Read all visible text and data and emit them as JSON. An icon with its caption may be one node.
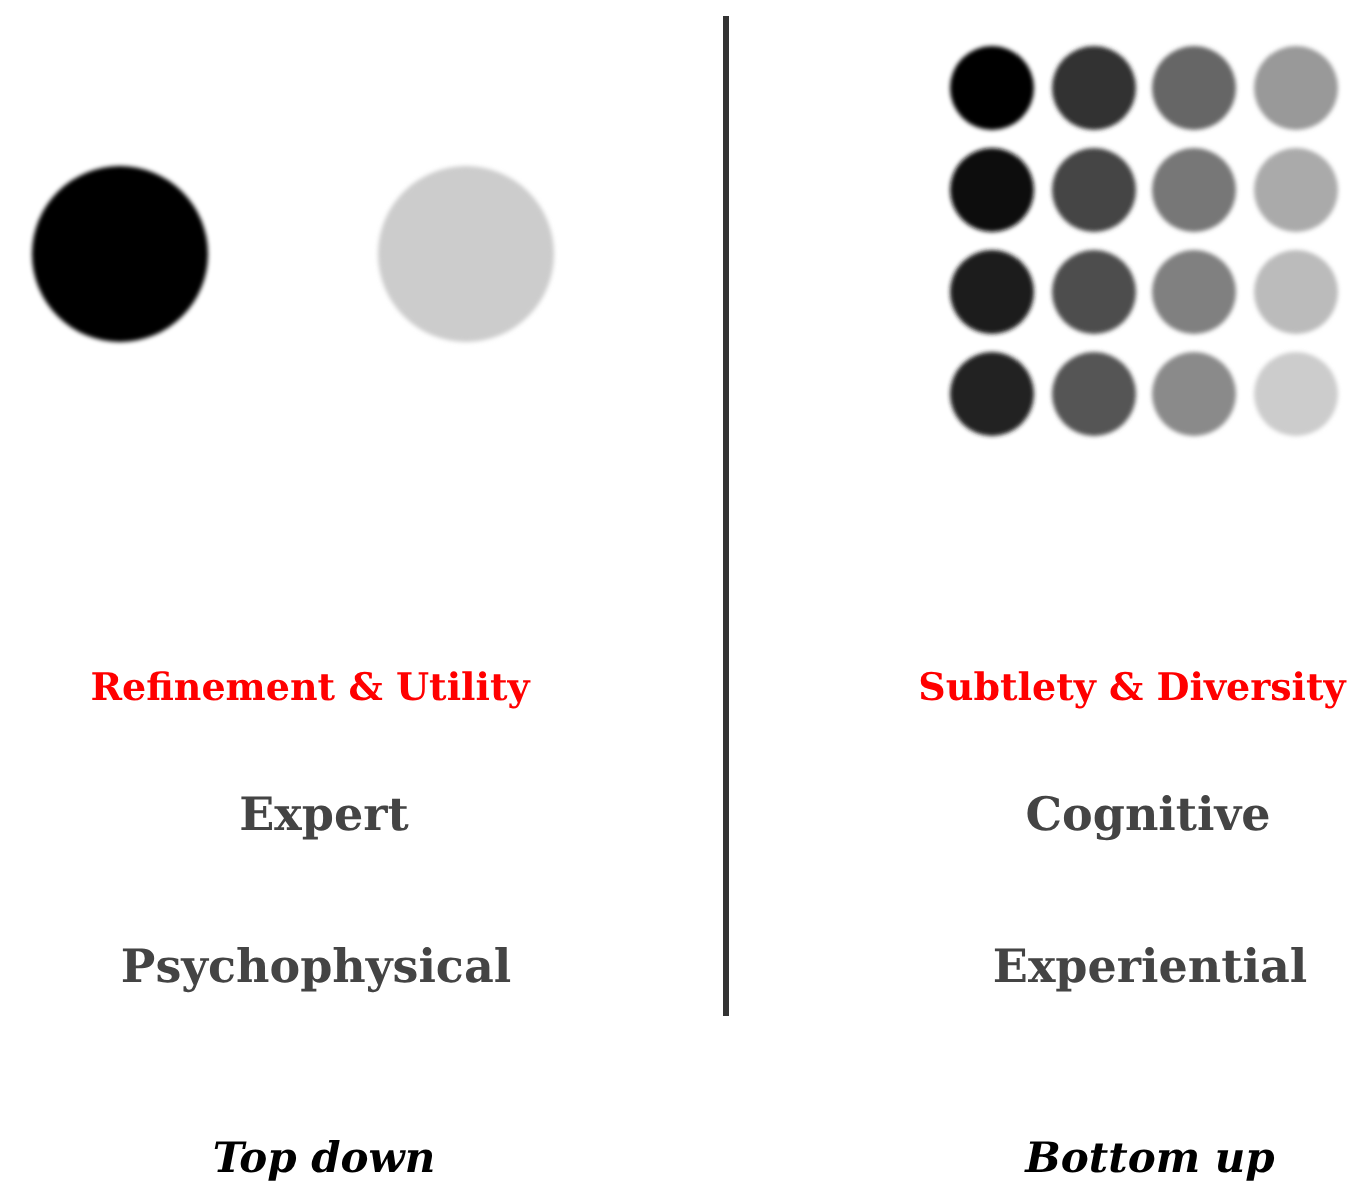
{
  "diagram": {
    "labels": [
      "Refinement & Utility",
      "Subtlety & Diversity",
      "Expert",
      "Cognitive",
      "Psychophysical",
      "Experiential",
      "Top down",
      "Bottom up"
    ]
  }
}
